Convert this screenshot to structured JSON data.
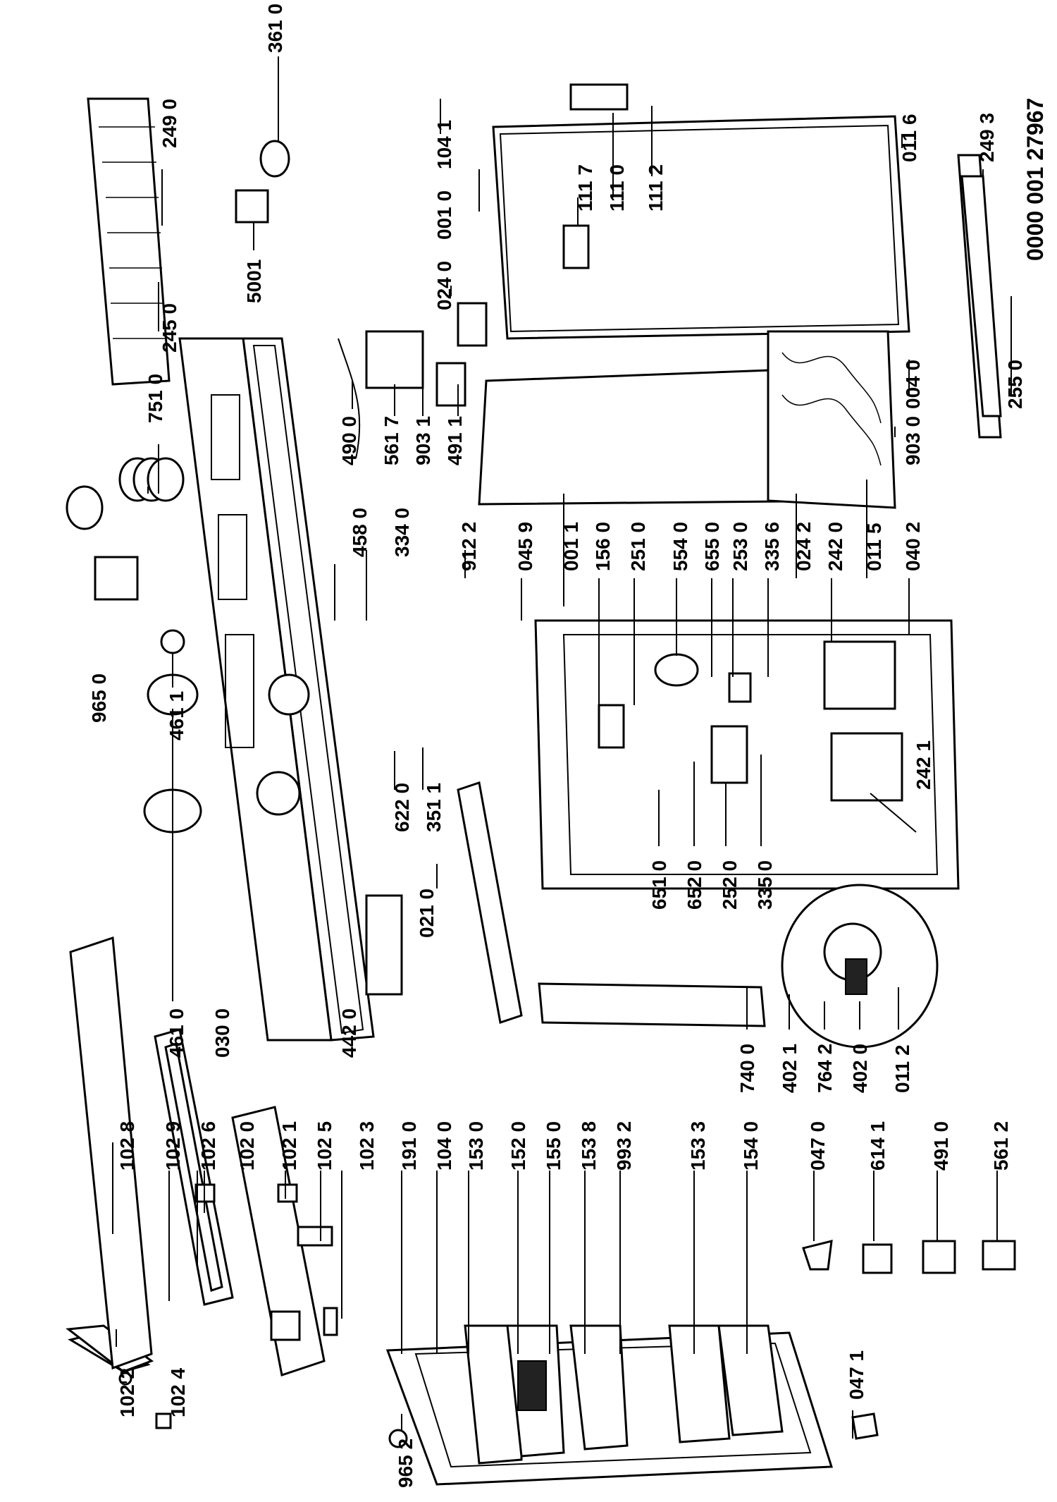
{
  "document_number": "0000 001 27967",
  "callouts": [
    {
      "id": "c1022",
      "text": "102 2"
    },
    {
      "id": "c1024",
      "text": "102 4"
    },
    {
      "id": "c1028",
      "text": "102 8"
    },
    {
      "id": "c1029",
      "text": "102 9"
    },
    {
      "id": "c1026",
      "text": "102 6"
    },
    {
      "id": "c1020",
      "text": "102 0"
    },
    {
      "id": "c1021",
      "text": "102 1"
    },
    {
      "id": "c1025",
      "text": "102 5"
    },
    {
      "id": "c1023",
      "text": "102 3"
    },
    {
      "id": "c1910",
      "text": "191 0"
    },
    {
      "id": "c1040",
      "text": "104 0"
    },
    {
      "id": "c1530",
      "text": "153 0"
    },
    {
      "id": "c1520",
      "text": "152 0"
    },
    {
      "id": "c1550",
      "text": "155 0"
    },
    {
      "id": "c1538",
      "text": "153 8"
    },
    {
      "id": "c9932",
      "text": "993 2"
    },
    {
      "id": "c1533",
      "text": "153 3"
    },
    {
      "id": "c1540",
      "text": "154 0"
    },
    {
      "id": "c0470",
      "text": "047 0"
    },
    {
      "id": "c6141",
      "text": "614 1"
    },
    {
      "id": "c4910",
      "text": "491 0"
    },
    {
      "id": "c5612",
      "text": "561 2"
    },
    {
      "id": "c9652",
      "text": "965 2"
    },
    {
      "id": "c0471",
      "text": "047 1"
    },
    {
      "id": "c4610",
      "text": "461 0"
    },
    {
      "id": "c0300",
      "text": "030 0"
    },
    {
      "id": "c4420",
      "text": "442 0"
    },
    {
      "id": "c4611",
      "text": "461 1"
    },
    {
      "id": "c9650",
      "text": "965 0"
    },
    {
      "id": "c7510",
      "text": "751 0"
    },
    {
      "id": "c2450",
      "text": "245 0"
    },
    {
      "id": "c2490",
      "text": "249 0"
    },
    {
      "id": "c5001",
      "text": "5001"
    },
    {
      "id": "c3610",
      "text": "361 0"
    },
    {
      "id": "c4900",
      "text": "490 0"
    },
    {
      "id": "c5617",
      "text": "561 7"
    },
    {
      "id": "c9031",
      "text": "903 1"
    },
    {
      "id": "c4911",
      "text": "491 1"
    },
    {
      "id": "c4580",
      "text": "458 0"
    },
    {
      "id": "c3340",
      "text": "334 0"
    },
    {
      "id": "c6220",
      "text": "622 0"
    },
    {
      "id": "c3511",
      "text": "351 1"
    },
    {
      "id": "c0210",
      "text": "021 0"
    },
    {
      "id": "c9122",
      "text": "912 2"
    },
    {
      "id": "c0459",
      "text": "045 9"
    },
    {
      "id": "c0011",
      "text": "001 1"
    },
    {
      "id": "c1560",
      "text": "156 0"
    },
    {
      "id": "c2510",
      "text": "251 0"
    },
    {
      "id": "c5540",
      "text": "554 0"
    },
    {
      "id": "c6550",
      "text": "655 0"
    },
    {
      "id": "c2530",
      "text": "253 0"
    },
    {
      "id": "c3356",
      "text": "335 6"
    },
    {
      "id": "c0242",
      "text": "024 2"
    },
    {
      "id": "c2420",
      "text": "242 0"
    },
    {
      "id": "c0115",
      "text": "011 5"
    },
    {
      "id": "c0402",
      "text": "040 2"
    },
    {
      "id": "c2421",
      "text": "242 1"
    },
    {
      "id": "c6510",
      "text": "651 0"
    },
    {
      "id": "c6520",
      "text": "652 0"
    },
    {
      "id": "c2520",
      "text": "252 0"
    },
    {
      "id": "c3350",
      "text": "335 0"
    },
    {
      "id": "c7400",
      "text": "740 0"
    },
    {
      "id": "c4021",
      "text": "402 1"
    },
    {
      "id": "c7642",
      "text": "764 2"
    },
    {
      "id": "c4020",
      "text": "402 0"
    },
    {
      "id": "c0112",
      "text": "011 2"
    },
    {
      "id": "c1041",
      "text": "104 1"
    },
    {
      "id": "c0010",
      "text": "001 0"
    },
    {
      "id": "c0240",
      "text": "024 0"
    },
    {
      "id": "c1117",
      "text": "111 7"
    },
    {
      "id": "c1110",
      "text": "111 0"
    },
    {
      "id": "c1112",
      "text": "111 2"
    },
    {
      "id": "c0116",
      "text": "011 6"
    },
    {
      "id": "c2493",
      "text": "249 3"
    },
    {
      "id": "c0040",
      "text": "004 0"
    },
    {
      "id": "c9030",
      "text": "903 0"
    },
    {
      "id": "c2550",
      "text": "255 0"
    }
  ]
}
